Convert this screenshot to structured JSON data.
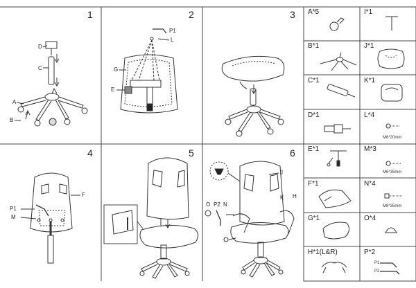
{
  "panels": [
    {
      "num": "1",
      "labels": [
        "D",
        "C",
        "A",
        "B"
      ]
    },
    {
      "num": "2",
      "labels": [
        "P1",
        "L",
        "G",
        "E"
      ]
    },
    {
      "num": "3",
      "labels": []
    },
    {
      "num": "4",
      "labels": [
        "F",
        "P1",
        "M"
      ]
    },
    {
      "num": "5",
      "labels": []
    },
    {
      "num": "6",
      "labels": [
        "J",
        "K",
        "H",
        "O",
        "P2",
        "N"
      ]
    }
  ],
  "parts": [
    {
      "id": "A",
      "label": "A*5",
      "spec": ""
    },
    {
      "id": "I",
      "label": "I*1",
      "spec": ""
    },
    {
      "id": "B",
      "label": "B*1",
      "spec": ""
    },
    {
      "id": "J",
      "label": "J*1",
      "spec": ""
    },
    {
      "id": "C",
      "label": "C*1",
      "spec": ""
    },
    {
      "id": "K",
      "label": "K*1",
      "spec": ""
    },
    {
      "id": "D",
      "label": "D*1",
      "spec": ""
    },
    {
      "id": "L",
      "label": "L*4",
      "spec": "M6*20mm"
    },
    {
      "id": "E",
      "label": "E*1",
      "spec": ""
    },
    {
      "id": "M",
      "label": "M*3",
      "spec": "M6*35mm"
    },
    {
      "id": "F",
      "label": "F*1",
      "spec": ""
    },
    {
      "id": "N",
      "label": "N*4",
      "spec": "M8*35mm"
    },
    {
      "id": "G",
      "label": "G*1",
      "spec": ""
    },
    {
      "id": "O",
      "label": "O*4",
      "spec": ""
    },
    {
      "id": "H",
      "label": "H*1(L&R)",
      "spec": ""
    },
    {
      "id": "P",
      "label": "P*2",
      "spec": "",
      "sublabels": [
        "P1",
        "P2"
      ]
    }
  ],
  "icons": [
    "caster-wheel-icon",
    "star-base-icon",
    "gas-cylinder-icon",
    "cylinder-cover-icon",
    "backrest-bracket-icon",
    "chair-back-icon",
    "seat-icon",
    "armrest-icon",
    "armrest-pair-icon",
    "t-handle-icon",
    "lumbar-pillow-icon",
    "headrest-pillow-icon",
    "screw-icon",
    "bolt-icon",
    "cap-icon",
    "allen-key-icon"
  ]
}
